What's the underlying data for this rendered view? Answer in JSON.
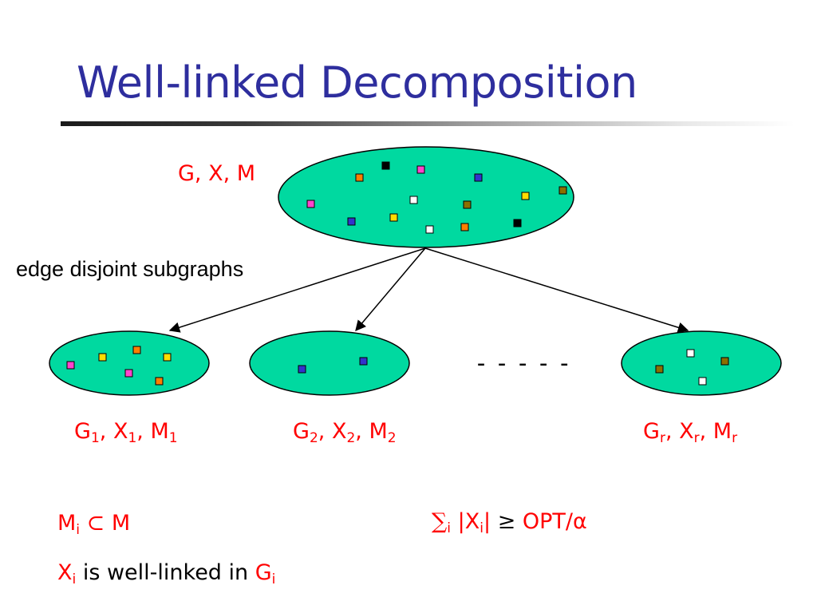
{
  "slide": {
    "title": "Well-linked Decomposition"
  },
  "diagram": {
    "root_label": "G, X, M",
    "edge_label": "edge disjoint subgraphs",
    "ellipsis": "-----",
    "children": [
      {
        "G": "G",
        "X": "X",
        "M": "M",
        "index": "1"
      },
      {
        "G": "G",
        "X": "X",
        "M": "M",
        "index": "2"
      },
      {
        "G": "G",
        "X": "X",
        "M": "M",
        "index": "r"
      }
    ],
    "colors": {
      "ellipse_fill": "#00d9a0",
      "label": "#ff0000",
      "title": "#2e2e9e",
      "terminals": [
        "#000000",
        "#ff7f00",
        "#ff44cc",
        "#3333cc",
        "#ffdd00",
        "#ffffff",
        "#8b7000"
      ]
    }
  },
  "facts": {
    "subset": {
      "M": "M",
      "sub": "i",
      "relation": "⊂",
      "rhs": "M"
    },
    "sum": {
      "sigma": "∑",
      "sub": "i",
      "abs_open": "|X",
      "abs_sub": "i",
      "abs_close": "|",
      "geq": "≥",
      "rhs": "OPT/α"
    },
    "welllinked": {
      "X": "X",
      "sub": "i",
      "text": " is well-linked in ",
      "G": "G",
      "G_sub": "i"
    }
  }
}
